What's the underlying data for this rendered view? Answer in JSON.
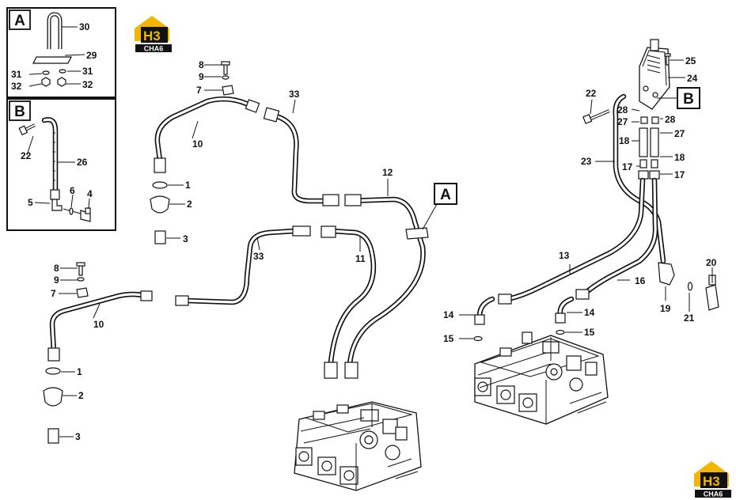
{
  "inset_a": {
    "letter": "A",
    "labels": [
      "30",
      "29",
      "31",
      "31",
      "32",
      "32"
    ]
  },
  "inset_b": {
    "letter": "B",
    "labels": [
      "22",
      "26",
      "5",
      "6",
      "4"
    ]
  },
  "callouts": {
    "a": "A",
    "b": "B"
  },
  "logo": {
    "mark": "H3",
    "text": "CHA6"
  },
  "labels": {
    "left_upper": [
      "8",
      "9",
      "7",
      "10",
      "33",
      "1",
      "2",
      "3",
      "12"
    ],
    "left_lower": [
      "8",
      "9",
      "7",
      "10",
      "33",
      "11",
      "1",
      "2",
      "3"
    ],
    "right": [
      "25",
      "24",
      "22",
      "28",
      "28",
      "27",
      "27",
      "18",
      "18",
      "23",
      "17",
      "17",
      "13",
      "16",
      "20",
      "19",
      "21",
      "14",
      "14",
      "15",
      "15"
    ]
  }
}
